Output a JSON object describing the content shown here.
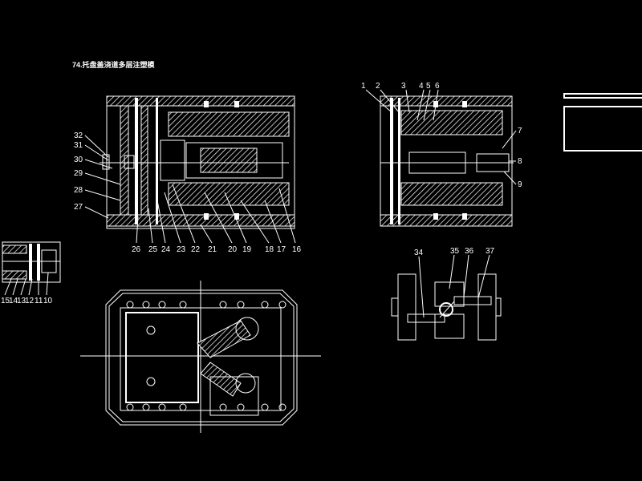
{
  "title": "74.托盘盖浇道多层注塑模",
  "labels_left": [
    "32",
    "31",
    "30",
    "29",
    "28",
    "27"
  ],
  "labels_bottom_left": [
    "26",
    "25",
    "24",
    "23",
    "22",
    "21",
    "20",
    "19",
    "18",
    "17",
    "16"
  ],
  "labels_small": [
    "15",
    "14",
    "13",
    "12",
    "11",
    "10"
  ],
  "labels_top_right": [
    "1",
    "2",
    "3",
    "4",
    "5",
    "6"
  ],
  "labels_right": [
    "7",
    "8",
    "9"
  ],
  "labels_detail": [
    "34",
    "35",
    "36",
    "37"
  ],
  "colors": {
    "background": "#000000",
    "lines": "#ffffff"
  }
}
